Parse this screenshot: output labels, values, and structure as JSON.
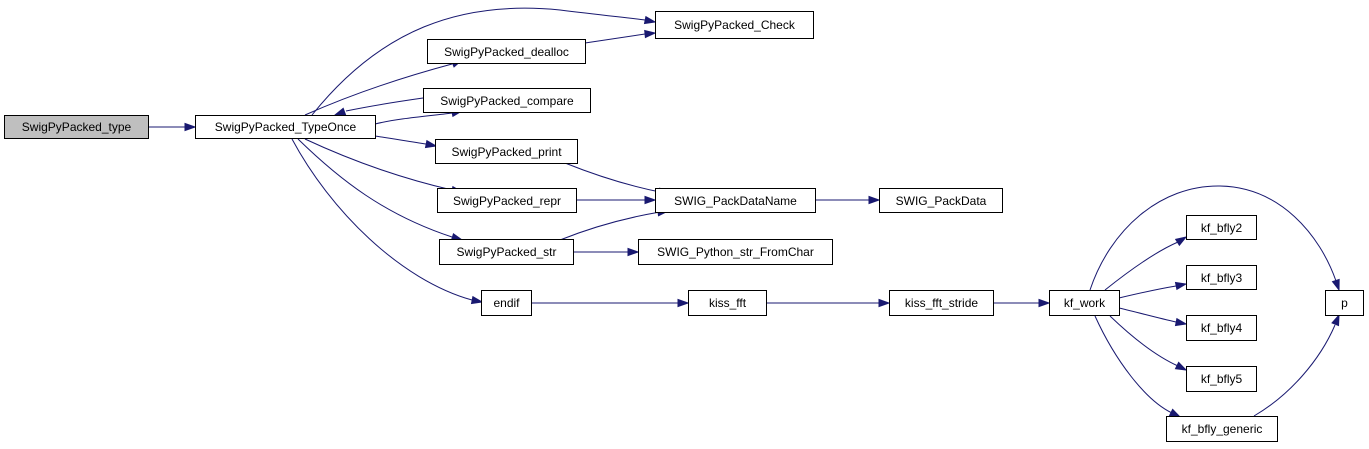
{
  "graph": {
    "nodes": {
      "swig_packed_type": "SwigPyPacked_type",
      "swig_packed_typeonce": "SwigPyPacked_TypeOnce",
      "swig_packed_check": "SwigPyPacked_Check",
      "swig_packed_dealloc": "SwigPyPacked_dealloc",
      "swig_packed_compare": "SwigPyPacked_compare",
      "swig_packed_print": "SwigPyPacked_print",
      "swig_packed_repr": "SwigPyPacked_repr",
      "swig_packed_str": "SwigPyPacked_str",
      "endif": "endif",
      "swig_packdataname": "SWIG_PackDataName",
      "swig_packdata": "SWIG_PackData",
      "swig_python_str_fromchar": "SWIG_Python_str_FromChar",
      "kiss_fft": "kiss_fft",
      "kiss_fft_stride": "kiss_fft_stride",
      "kf_work": "kf_work",
      "kf_bfly2": "kf_bfly2",
      "kf_bfly3": "kf_bfly3",
      "kf_bfly4": "kf_bfly4",
      "kf_bfly5": "kf_bfly5",
      "kf_bfly_generic": "kf_bfly_generic",
      "p": "p"
    },
    "root_node": "swig_packed_type",
    "edges": [
      {
        "from": "swig_packed_type",
        "to": "swig_packed_typeonce"
      },
      {
        "from": "swig_packed_typeonce",
        "to": "swig_packed_check"
      },
      {
        "from": "swig_packed_typeonce",
        "to": "swig_packed_dealloc"
      },
      {
        "from": "swig_packed_typeonce",
        "to": "swig_packed_compare"
      },
      {
        "from": "swig_packed_compare",
        "to": "swig_packed_typeonce"
      },
      {
        "from": "swig_packed_typeonce",
        "to": "swig_packed_print"
      },
      {
        "from": "swig_packed_typeonce",
        "to": "swig_packed_repr"
      },
      {
        "from": "swig_packed_typeonce",
        "to": "swig_packed_str"
      },
      {
        "from": "swig_packed_typeonce",
        "to": "endif"
      },
      {
        "from": "swig_packed_dealloc",
        "to": "swig_packed_check"
      },
      {
        "from": "swig_packed_print",
        "to": "swig_packdataname"
      },
      {
        "from": "swig_packed_repr",
        "to": "swig_packdataname"
      },
      {
        "from": "swig_packed_str",
        "to": "swig_packdataname"
      },
      {
        "from": "swig_packed_str",
        "to": "swig_python_str_fromchar"
      },
      {
        "from": "swig_packdataname",
        "to": "swig_packdata"
      },
      {
        "from": "endif",
        "to": "kiss_fft"
      },
      {
        "from": "kiss_fft",
        "to": "kiss_fft_stride"
      },
      {
        "from": "kiss_fft_stride",
        "to": "kf_work"
      },
      {
        "from": "kf_work",
        "to": "kf_bfly2"
      },
      {
        "from": "kf_work",
        "to": "kf_bfly3"
      },
      {
        "from": "kf_work",
        "to": "kf_bfly4"
      },
      {
        "from": "kf_work",
        "to": "kf_bfly5"
      },
      {
        "from": "kf_work",
        "to": "kf_bfly_generic"
      },
      {
        "from": "kf_work",
        "to": "p"
      },
      {
        "from": "kf_bfly_generic",
        "to": "p"
      }
    ],
    "colors": {
      "edge": "#191970",
      "node_border": "#000000",
      "node_fill": "#ffffff",
      "root_fill": "#bfbfbf"
    }
  }
}
